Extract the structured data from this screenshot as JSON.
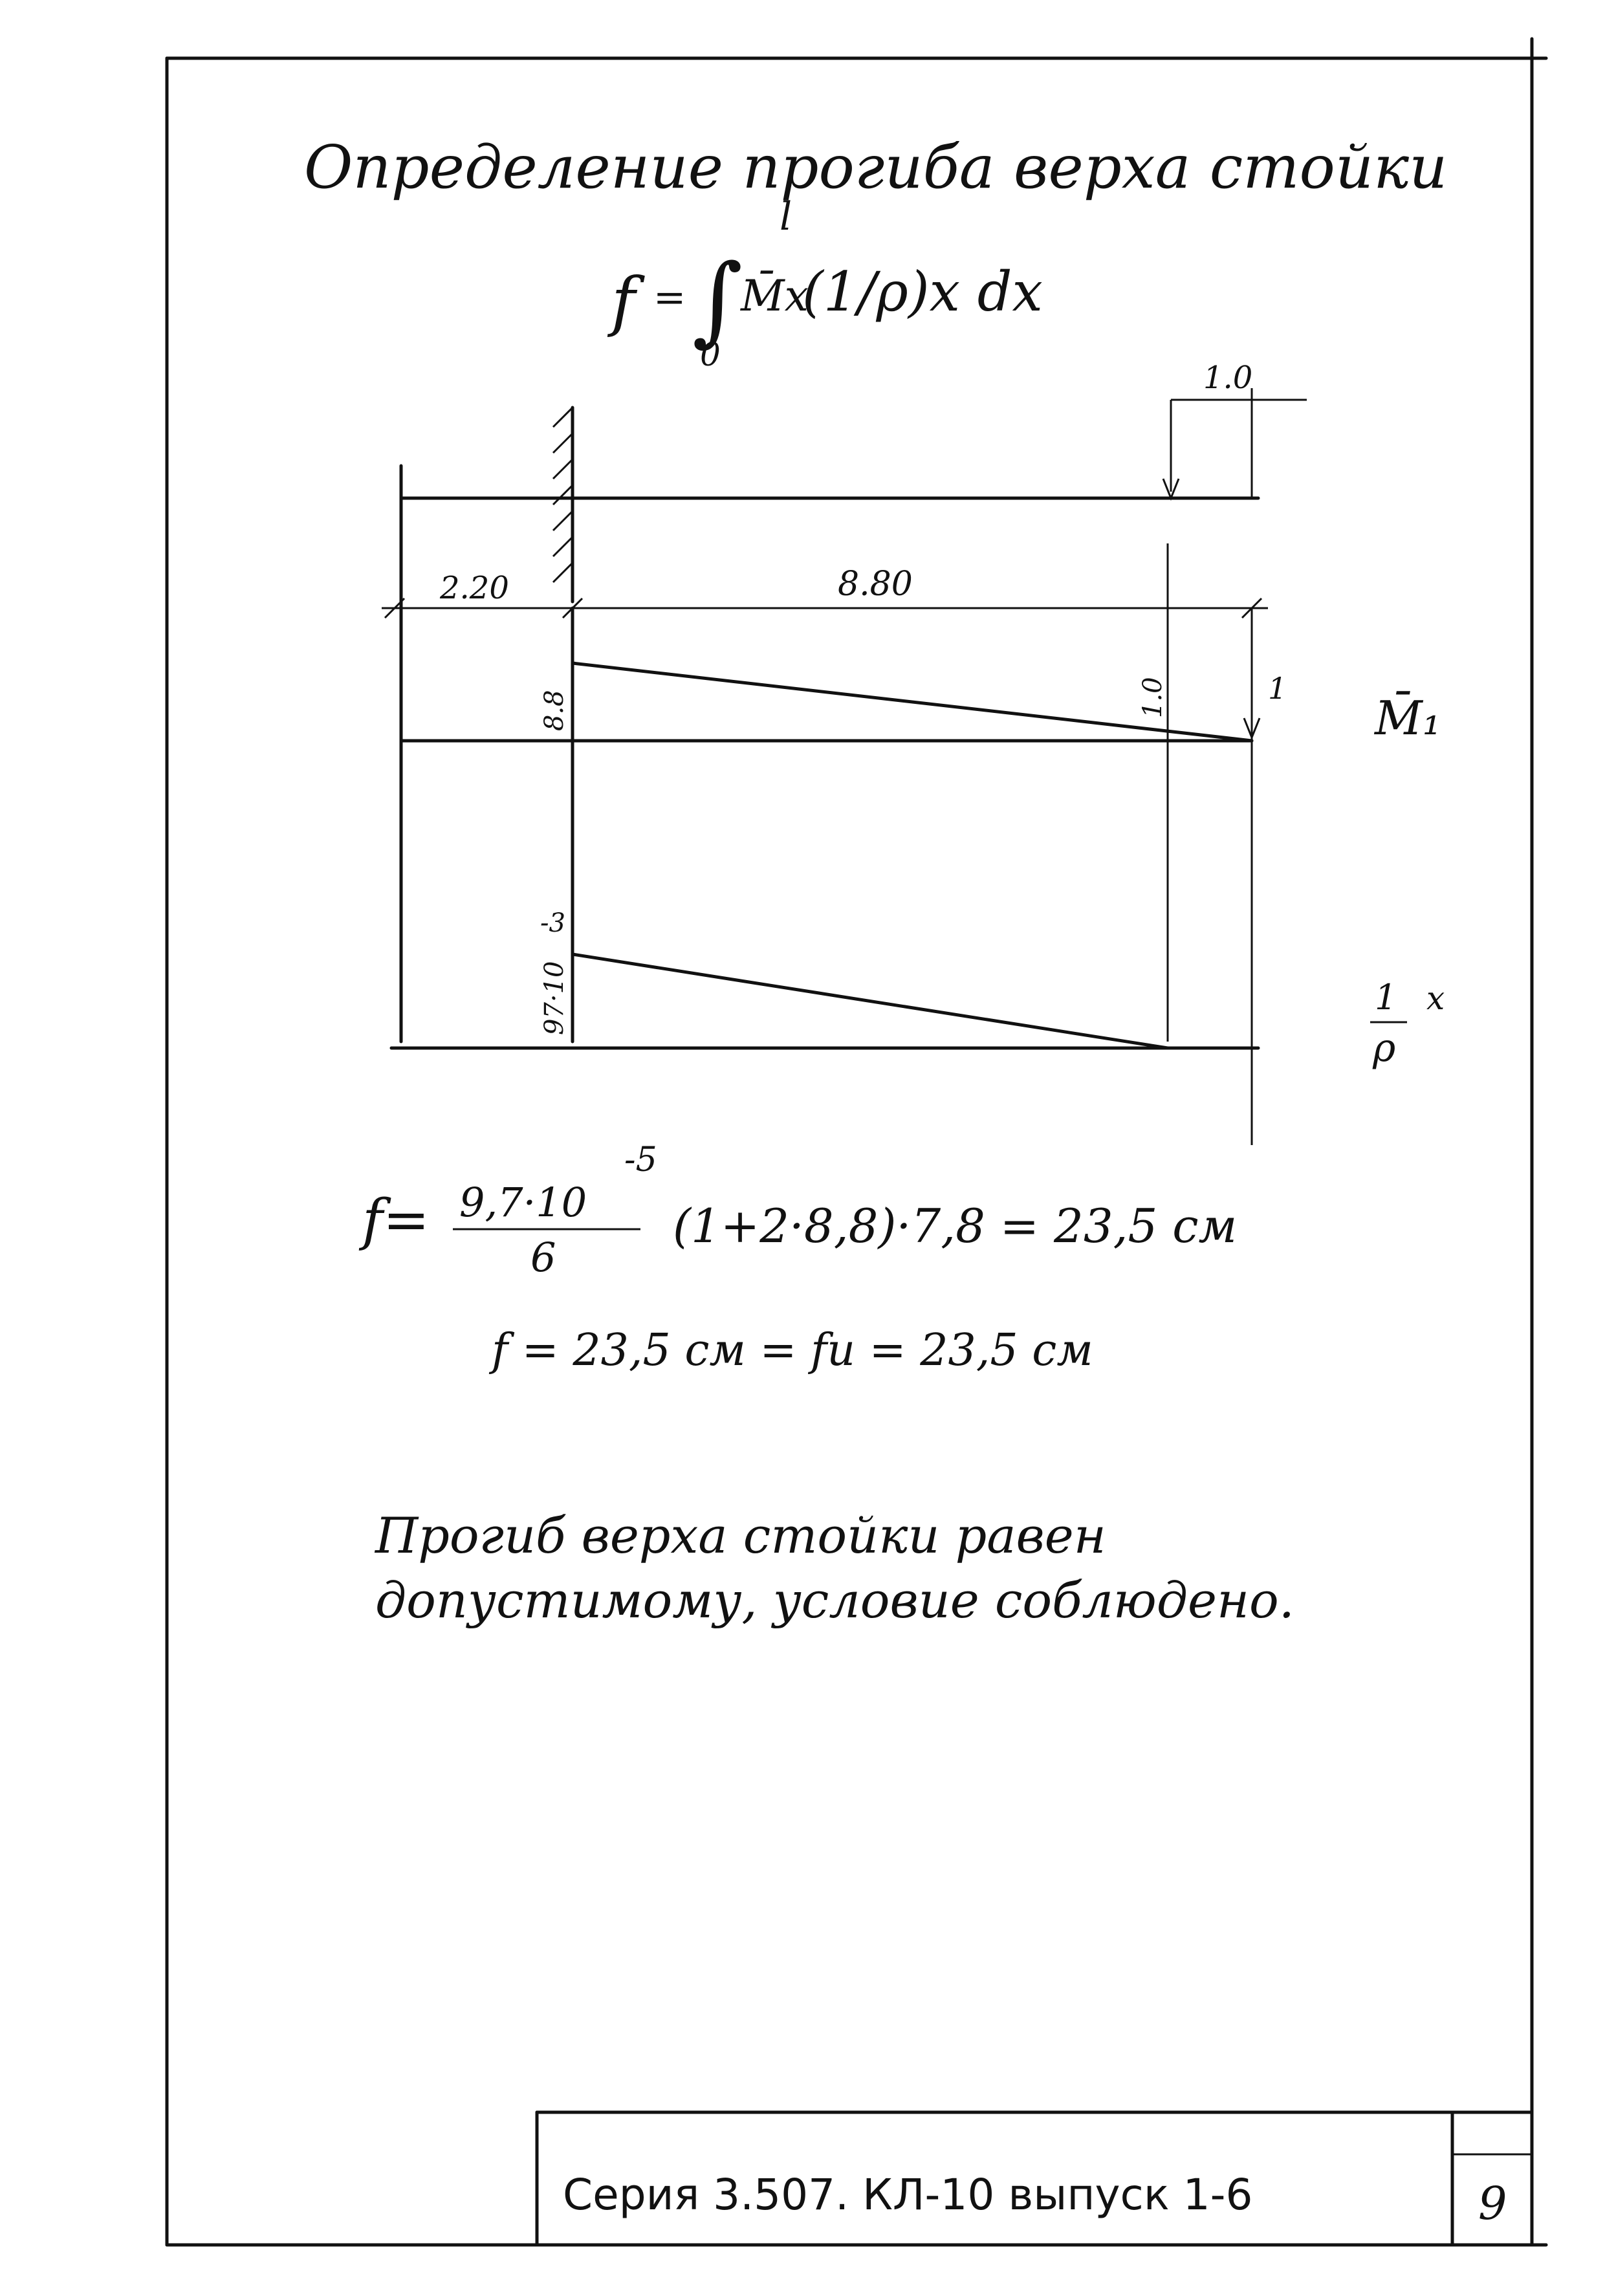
{
  "title": "Определение прогиба верха стойки",
  "integral": {
    "lhs": "f",
    "eq": "=",
    "upper_limit": "l",
    "lower_limit": "0",
    "integrand": "M̄x",
    "factor": "(1/ρ)x dx"
  },
  "diagram": {
    "dim_top": "1.0",
    "dim_left": "2.20",
    "dim_main": "8.80",
    "m_left_value": "8.8",
    "m_right_value": "1.0",
    "unit_load": "1",
    "m_label": "M̄₁",
    "curv_left_value": "97·10",
    "curv_left_exp": "-3",
    "curv_label_num": "1",
    "curv_label_den": "ρ",
    "curv_label_suffix": "x"
  },
  "formula_main": {
    "lhs": "f=",
    "numerator": "9,7·10",
    "numerator_exp": "-5",
    "denominator": "6",
    "rest": "(1+2·8,8)·7,8 = 23,5 см"
  },
  "formula_second": "f = 23,5 см   = fu = 23,5 см",
  "conclusion": {
    "line1": "Прогиб верха   стойки равен",
    "line2": "допустимому, условие соблюдено."
  },
  "stamp": {
    "series": "Серия 3.507. КЛ-10 выпуск 1-6",
    "sheet_number": "9"
  }
}
